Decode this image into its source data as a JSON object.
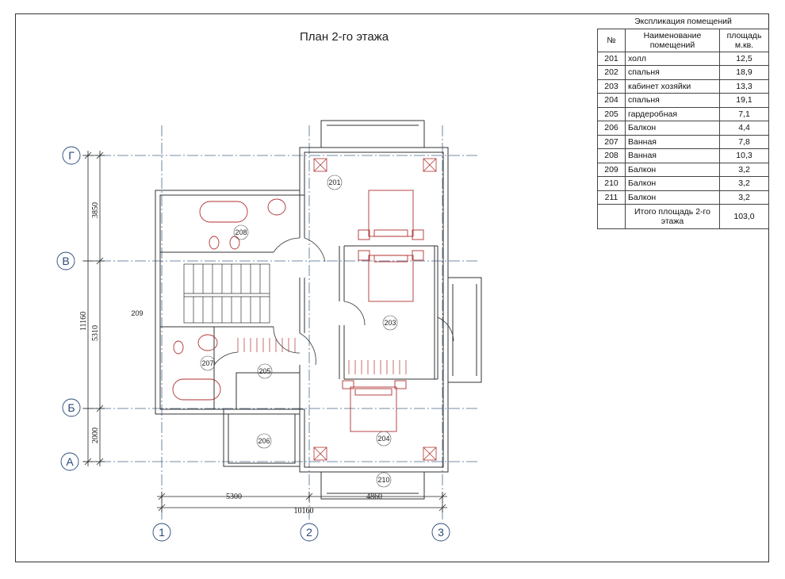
{
  "title": "План 2-го этажа",
  "explication": {
    "caption": "Экспликация помещений",
    "headers": {
      "no": "№",
      "name": "Наименование помещений",
      "area": "площадь м.кв."
    },
    "rows": [
      {
        "no": "201",
        "name": "холл",
        "area": "12,5"
      },
      {
        "no": "202",
        "name": "спальня",
        "area": "18,9"
      },
      {
        "no": "203",
        "name": "кабинет хозяйки",
        "area": "13,3"
      },
      {
        "no": "204",
        "name": "спальня",
        "area": "19,1"
      },
      {
        "no": "205",
        "name": "гардеробная",
        "area": "7,1"
      },
      {
        "no": "206",
        "name": "Балкон",
        "area": "4,4"
      },
      {
        "no": "207",
        "name": "Ванная",
        "area": "7,8"
      },
      {
        "no": "208",
        "name": "Ванная",
        "area": "10,3"
      },
      {
        "no": "209",
        "name": "Балкон",
        "area": "3,2"
      },
      {
        "no": "210",
        "name": "Балкон",
        "area": "3,2"
      },
      {
        "no": "211",
        "name": "Балкон",
        "area": "3,2"
      }
    ],
    "total_label": "Итого площадь 2-го этажа",
    "total_value": "103,0"
  },
  "axes": {
    "rows": [
      "Г",
      "В",
      "Б",
      "А"
    ],
    "cols": [
      "1",
      "2",
      "3"
    ]
  },
  "dimensions": {
    "left_total": "11160",
    "left_top": "3850",
    "left_mid": "5310",
    "left_bottom": "2000",
    "bottom_left": "5300",
    "bottom_total": "10160",
    "bottom_right": "4860"
  },
  "room_labels": {
    "r201": "201",
    "r203": "203",
    "r204": "204",
    "r205": "205",
    "r206": "206",
    "r207": "207",
    "r208": "208",
    "r209": "209",
    "r210": "210"
  },
  "colors": {
    "walls": "#333333",
    "axis": "#2a4a7a",
    "furniture": "#b03030"
  }
}
